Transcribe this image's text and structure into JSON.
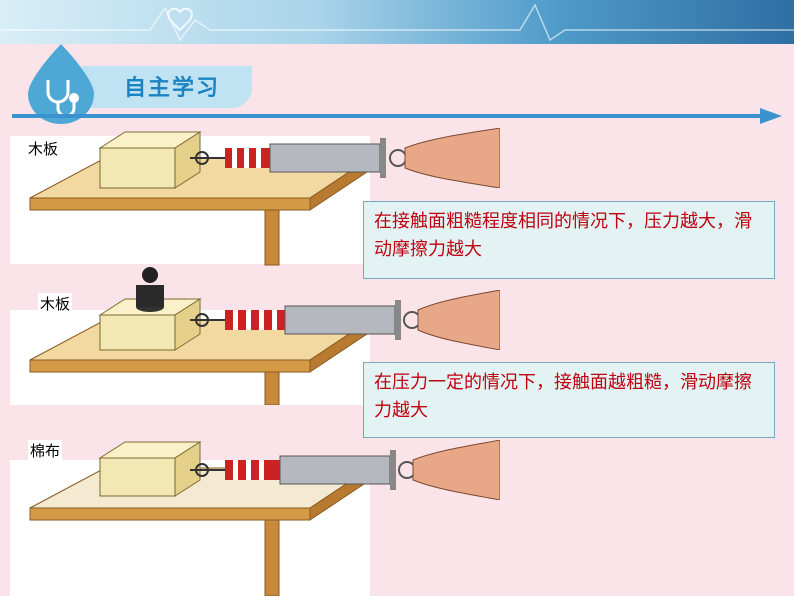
{
  "title": "自主学习",
  "scenes": [
    {
      "surface_label": "木板"
    },
    {
      "surface_label": "木板"
    },
    {
      "surface_label": "棉布"
    }
  ],
  "conclusions": [
    "在接触面粗糙程度相同的情况下，压力越大，滑动摩擦力越大",
    "在压力一定的情况下，接触面越粗糙，滑动摩擦力越大"
  ],
  "colors": {
    "title": "#1c83c3",
    "conclusion_text": "#c00010",
    "box_fill": "#e3f3f3",
    "table_wood": "#d59a45",
    "block": "#f3e7b4"
  }
}
